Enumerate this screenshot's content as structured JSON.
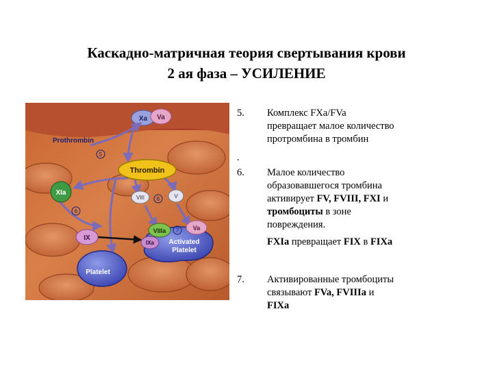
{
  "title": {
    "line1": "Каскадно-матричная теория свертывания крови",
    "line2": "2 ая фаза – УСИЛЕНИЕ"
  },
  "figure": {
    "labels": {
      "xa": "Xa",
      "va": "Va",
      "prothrombin": "Prothrombin",
      "thrombin": "Thrombin",
      "xia": "XIa",
      "viii": "VIII",
      "v": "V",
      "ix": "IX",
      "ixa": "IXa",
      "viiia": "VIIIa",
      "va2": "Va",
      "activated_platelet_1": "Activated",
      "activated_platelet_2": "Platelet",
      "platelet": "Platelet",
      "step5": "5",
      "step6a": "6",
      "step6b": "6",
      "step7": "7"
    }
  },
  "steps": [
    {
      "num": "5.",
      "lines": [
        "Комплекс FXa/FVa",
        "превращает малое количество",
        "протромбина в тромбин"
      ]
    },
    {
      "num": "."
    },
    {
      "num": "6.",
      "lines": [
        "Малое количество",
        "образовавшегося тромбина"
      ],
      "line3_prefix": "активирует ",
      "line3_bold": "FV, FVIII, FXI",
      "line3_suffix": " и",
      "line4_bold": "тромбоциты",
      "line4_suffix": " в зоне",
      "line5": "повреждения.",
      "line6_a": "FXIa",
      "line6_b": " превращает ",
      "line6_c": "FIX",
      "line6_d": " в ",
      "line6_e": "FIXa"
    },
    {
      "num": "7.",
      "lines": [
        "Активированные тромбоциты"
      ],
      "line2_prefix": "связывают ",
      "line2_bold": "FVa, FVIIIa",
      "line2_suffix": " и",
      "line3_bold": "FIXa"
    }
  ]
}
